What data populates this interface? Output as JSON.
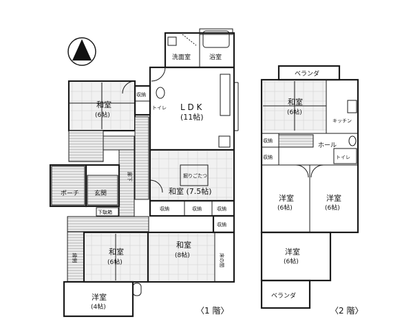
{
  "floor1": {
    "label": "〈1 階〉",
    "rooms": {
      "washroom": "洗面室",
      "bathroom": "浴室",
      "ldk_name": "L D K",
      "ldk_size": "(11帖)",
      "storage_a": "収納",
      "toilet": "トイレ",
      "washitsu_nw_name": "和室",
      "washitsu_nw_size": "(6帖)",
      "corridor": "廊下",
      "kotatsu": "掘りごたつ",
      "washitsu_center": "和室 (7.5帖)",
      "storage_b": "収納",
      "storage_c": "収納",
      "storage_d": "収納",
      "storage_e": "収納",
      "porch": "ポーチ",
      "entrance": "玄関",
      "shoe_box": "下駄箱",
      "engawa": "縁側",
      "washitsu_sw_name": "和室",
      "washitsu_sw_size": "(6帖)",
      "washitsu_8_name": "和室",
      "washitsu_8_size": "(8帖)",
      "tokonoma": "床の間",
      "youshitsu_name": "洋室",
      "youshitsu_size": "(4帖)"
    }
  },
  "floor2": {
    "label": "〈2 階〉",
    "rooms": {
      "veranda_top": "ベランダ",
      "washitsu_name": "和室",
      "washitsu_size": "(6帖)",
      "kitchen": "キッチン",
      "storage_a": "収納",
      "hall": "ホール",
      "storage_b": "収納",
      "toilet": "トイレ",
      "youshitsu_l_name": "洋室",
      "youshitsu_l_size": "(6帖)",
      "youshitsu_r_name": "洋室",
      "youshitsu_r_size": "(6帖)",
      "youshitsu_s_name": "洋室",
      "youshitsu_s_size": "(6帖)",
      "veranda_bottom": "ベランダ"
    }
  }
}
